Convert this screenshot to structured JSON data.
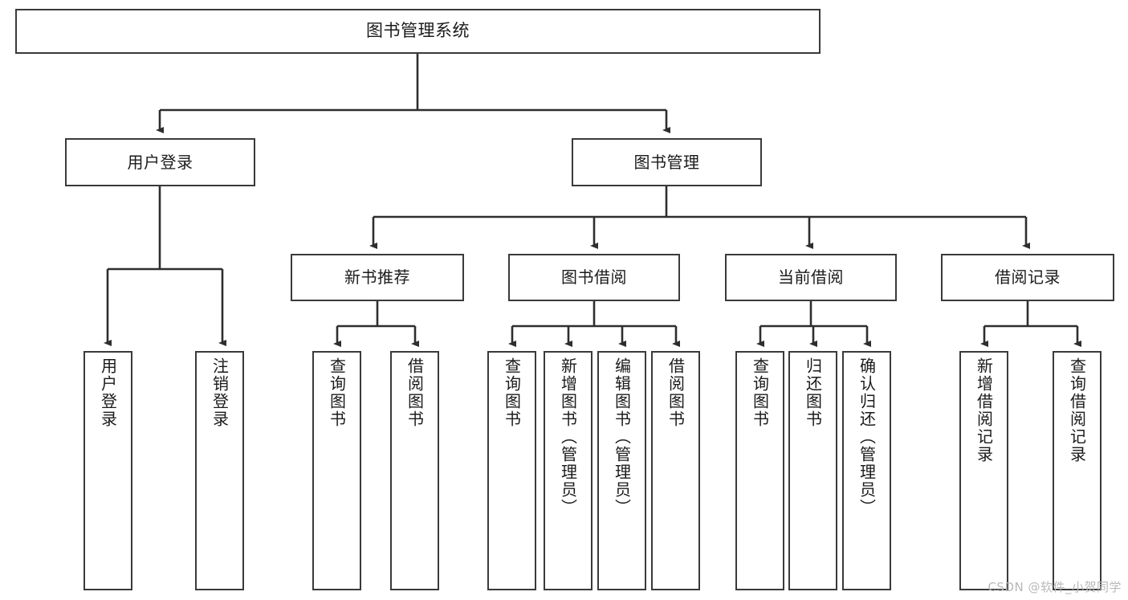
{
  "diagram": {
    "title": "图书管理系统",
    "type": "tree",
    "watermark": "CSDN @软件_小贺同学",
    "colors": {
      "box_border": "#3a3a3a",
      "box_fill": "#ffffff",
      "edge": "#2e2e2e",
      "text": "#1b1b1b",
      "watermark": "#b9b9b9",
      "background": "#ffffff"
    },
    "nodes": {
      "root": {
        "label": "图书管理系统"
      },
      "level1": [
        {
          "label": "用户登录"
        },
        {
          "label": "图书管理"
        }
      ],
      "level2": [
        {
          "label": "新书推荐"
        },
        {
          "label": "图书借阅"
        },
        {
          "label": "当前借阅"
        },
        {
          "label": "借阅记录"
        }
      ],
      "leaves_user_login": [
        {
          "label": "用户登录"
        },
        {
          "label": "注销登录"
        }
      ],
      "leaves_new_book": [
        {
          "label": "查询图书"
        },
        {
          "label": "借阅图书"
        }
      ],
      "leaves_borrow": [
        {
          "label": "查询图书"
        },
        {
          "label": "新增图书（管理员）"
        },
        {
          "label": "编辑图书（管理员）"
        },
        {
          "label": "借阅图书"
        }
      ],
      "leaves_current": [
        {
          "label": "查询图书"
        },
        {
          "label": "归还图书"
        },
        {
          "label": "确认归还（管理员）"
        }
      ],
      "leaves_records": [
        {
          "label": "新增借阅记录"
        },
        {
          "label": "查询借阅记录"
        }
      ]
    }
  }
}
